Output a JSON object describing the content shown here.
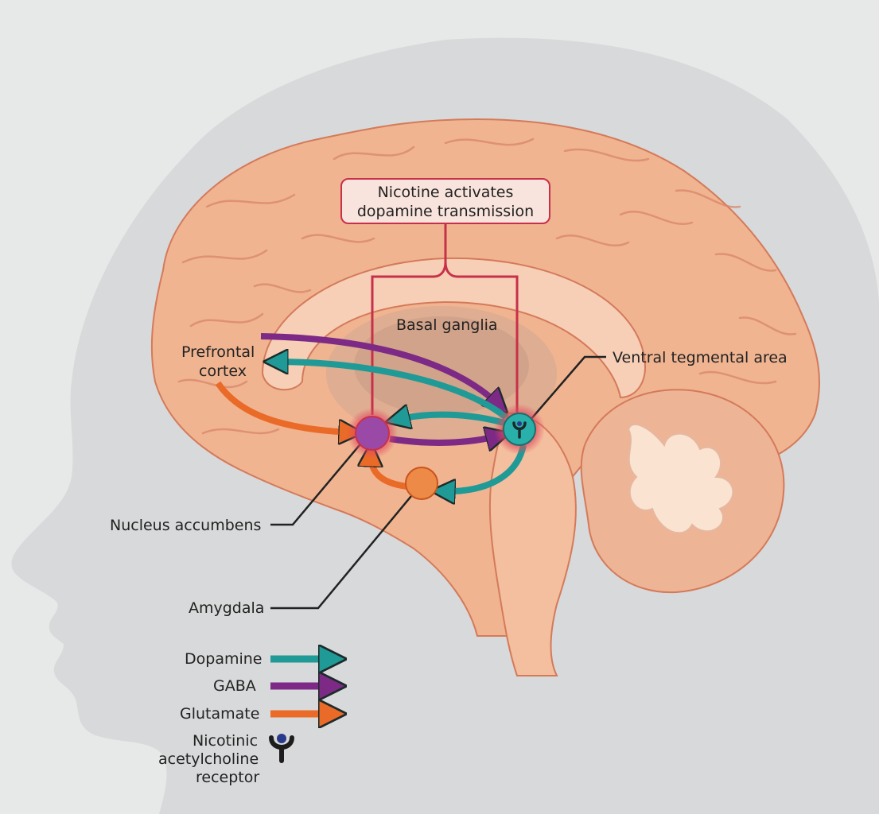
{
  "callout": {
    "line1": "Nicotine activates",
    "line2": "dopamine transmission"
  },
  "labels": {
    "basal_ganglia": "Basal ganglia",
    "prefrontal_line1": "Prefrontal",
    "prefrontal_line2": "cortex",
    "vta": "Ventral tegmental area",
    "nucleus_accumbens": "Nucleus accumbens",
    "amygdala": "Amygdala"
  },
  "legend": {
    "dopamine": "Dopamine",
    "gaba": "GABA",
    "glutamate": "Glutamate",
    "receptor_line1": "Nicotinic",
    "receptor_line2": "acetylcholine",
    "receptor_line3": "receptor"
  },
  "colors": {
    "dopamine": "#1f9a96",
    "gaba": "#7d2a86",
    "glutamate": "#ea6a28",
    "callout_border": "#c8304a",
    "brain": "#f0b491",
    "head": "#d8d9da",
    "receptor": "#2a3a8a"
  }
}
